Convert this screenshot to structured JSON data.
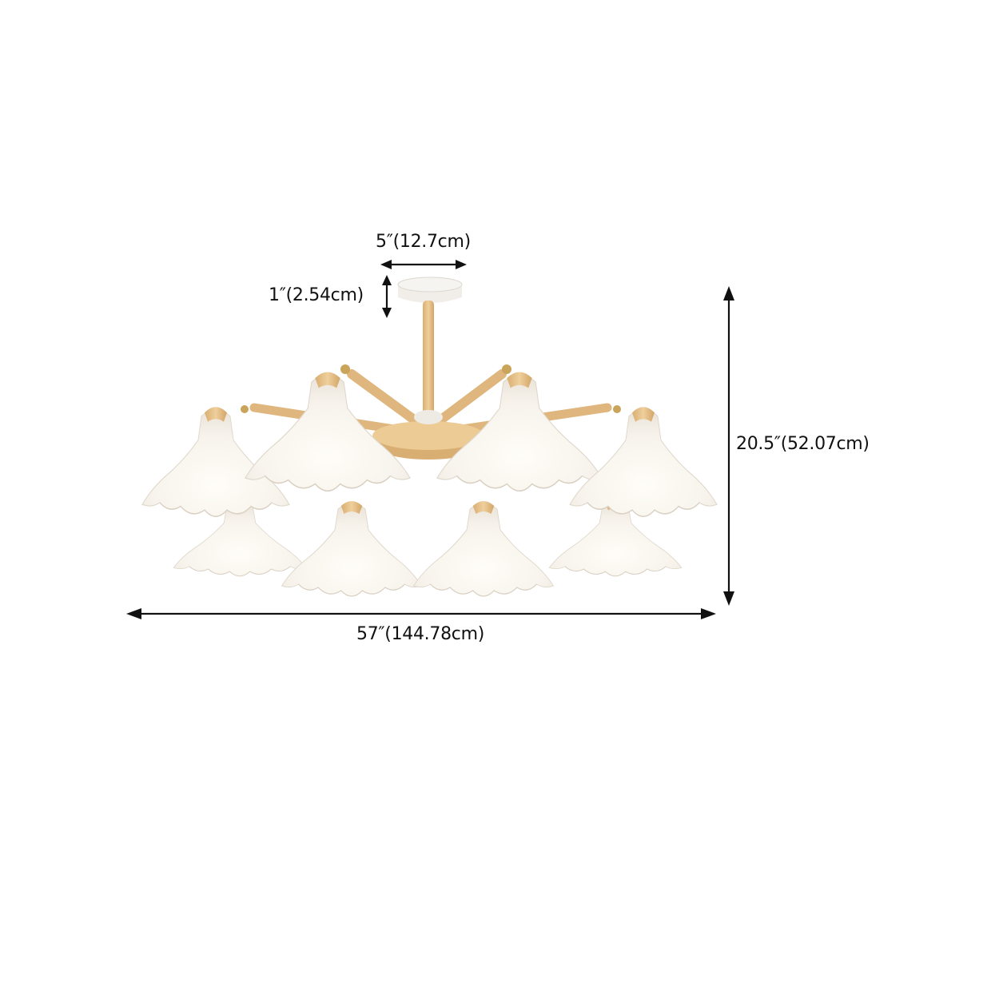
{
  "dimensions": {
    "canopy_width": "5″(12.7cm)",
    "canopy_height": "1″(2.54cm)",
    "overall_height": "20.5″(52.07cm)",
    "overall_width": "57″(144.78cm)"
  },
  "product": {
    "shade_count": 8,
    "shade_color": "#f7f3ec",
    "wood_color": "#e7c28c",
    "canopy_color": "#f1eeea",
    "brass_color": "#c9a45a"
  }
}
